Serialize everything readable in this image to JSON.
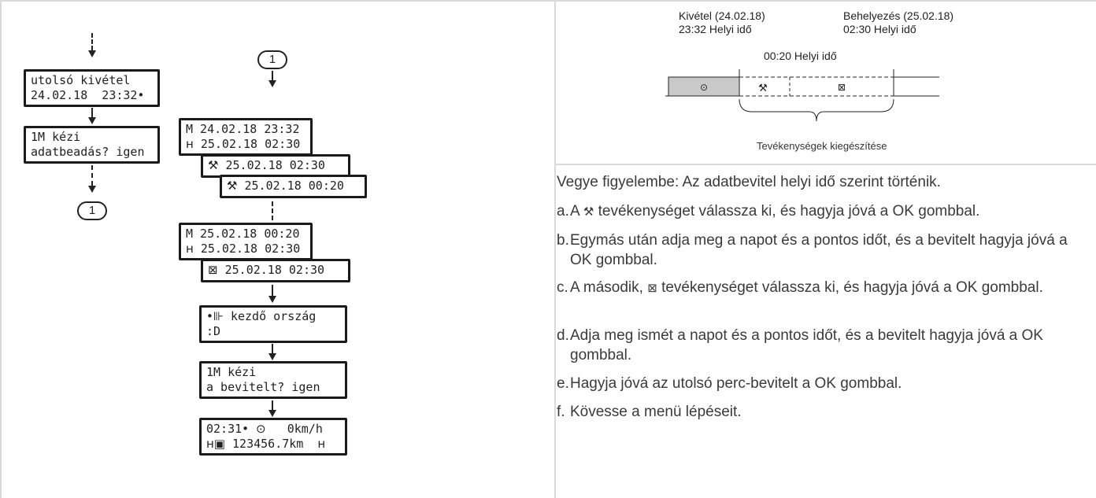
{
  "left_flow": {
    "box1": {
      "line1": "utolsó kivétel",
      "line2": "24.02.18  23:32"
    },
    "box2": {
      "line1": "1M kézi",
      "line2": "adatbeadás? igen"
    },
    "connector_label": "1"
  },
  "right_flow": {
    "connector_label": "1",
    "entry1": {
      "line1": "M 24.02.18 23:32",
      "line2": "25.02.18 02:30"
    },
    "entry2": {
      "text": "25.02.18 02:30"
    },
    "entry3": {
      "text": "25.02.18 00:20"
    },
    "entry4": {
      "line1": "M 25.02.18 00:20",
      "line2": "25.02.18 02:30"
    },
    "entry5": {
      "text": "25.02.18 02:30"
    },
    "country": {
      "line1": "kezdő ország",
      "line2": ":D"
    },
    "confirm": {
      "line1": "1M kézi",
      "line2": "a bevitelt? igen"
    },
    "standard": {
      "line1_time": "02:31",
      "line1_speed": "0km/h",
      "line2_km": "123456.7km"
    }
  },
  "timeline": {
    "removal_label": "Kivétel (24.02.18)",
    "removal_time": "23:32 Helyi idő",
    "insert_label": "Behelyezés (25.02.18)",
    "insert_time": "02:30 Helyi idő",
    "mid_time": "00:20 Helyi idő",
    "caption": "Tevékenységek kiegészítése"
  },
  "instructions": {
    "note": "Vegye figyelembe: Az adatbevitel helyi idő szerint történik.",
    "ok_icon": "OK",
    "items": [
      {
        "letter": "a.",
        "pre": "A",
        "mid": "tevékenységet válassza ki, és hagyja jóvá a",
        "post": "gombbal."
      },
      {
        "letter": "b.",
        "pre": "Egymás után adja meg a napot és a pontos időt, és a bevitelt hagyja jóvá a",
        "post": "gombbal."
      },
      {
        "letter": "c.",
        "pre": "A második,",
        "mid": "tevékenységet válassza ki, és hagyja jóvá a",
        "post": "gombbal."
      },
      {
        "letter": "d.",
        "pre": "Adja meg ismét a napot és a pontos időt, és a bevitelt hagyja jóvá a",
        "post": "gombbal."
      },
      {
        "letter": "e.",
        "pre": "Hagyja jóvá az utolsó perc-bevitelt a",
        "post": "gombbal."
      },
      {
        "letter": "f.",
        "pre": "Kövesse a menü lépéseit."
      }
    ]
  }
}
